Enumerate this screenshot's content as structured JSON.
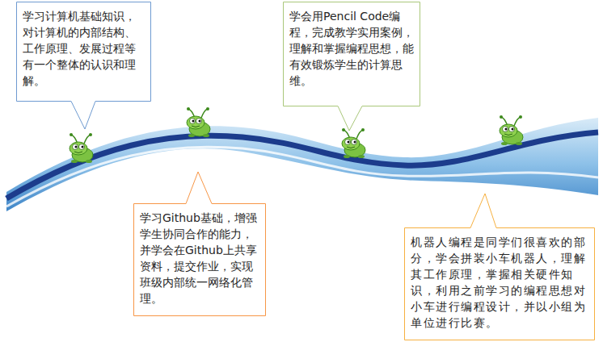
{
  "diagram": {
    "nodes": [
      {
        "text": [
          "学习计算机基础知识，对计算机的内部结构、工作原理、发展过程等有一个整体的认识和理解。"
        ]
      },
      {
        "text": [
          "学习Github基础，增强学生协同合作的能力，并学会在Github上共享资料，提交作业，实现班级内部统一网络化管理。"
        ]
      },
      {
        "text": [
          "学会用Pencil Code编程，完成教学实用案例，理解和掌握编程思想，能有效锻炼学生的计算思维。"
        ]
      },
      {
        "text": [
          "机器人编程是同学们很喜欢的部分，学会拼装小车机器人，理解其工作原理，掌握相关硬件知识，利用之前学习的编程思想对小车进行编程设计，并以小组为单位进行比赛。"
        ]
      }
    ]
  }
}
